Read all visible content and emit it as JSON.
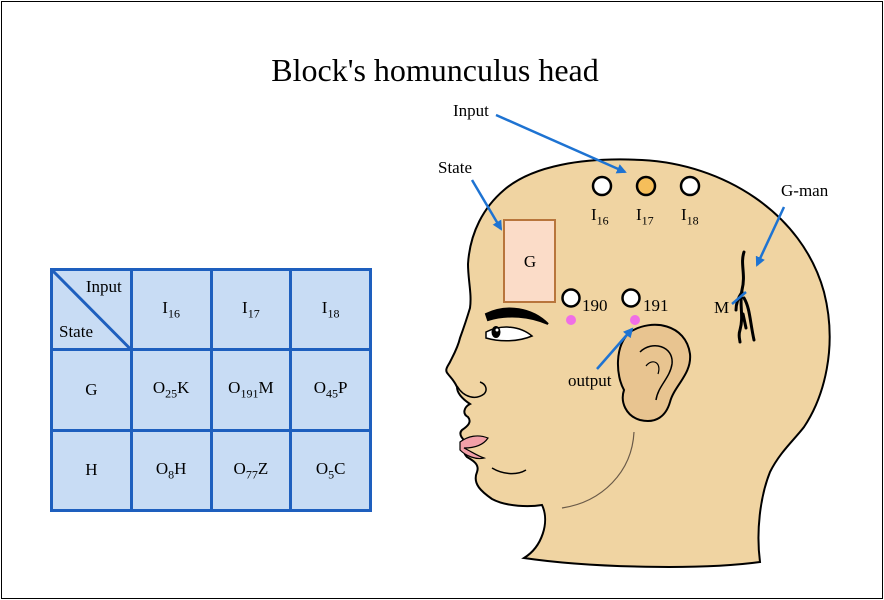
{
  "title": "Block's homunculus head",
  "labels": {
    "input": "Input",
    "state": "State",
    "g_man": "G-man",
    "output": "output",
    "state_box": "G",
    "m": "M",
    "out190": "190",
    "out191": "191",
    "i16": "I",
    "i16_sub": "16",
    "i17": "I",
    "i17_sub": "17",
    "i18": "I",
    "i18_sub": "18"
  },
  "table": {
    "corner_input": "Input",
    "corner_state": "State",
    "header": [
      {
        "base": "I",
        "sub": "16",
        "rest": ""
      },
      {
        "base": "I",
        "sub": "17",
        "rest": ""
      },
      {
        "base": "I",
        "sub": "18",
        "rest": ""
      }
    ],
    "rows": [
      {
        "state": "G",
        "cells": [
          {
            "base": "O",
            "sub": "25",
            "rest": "K"
          },
          {
            "base": "O",
            "sub": "191",
            "rest": "M"
          },
          {
            "base": "O",
            "sub": "45",
            "rest": "P"
          }
        ]
      },
      {
        "state": "H",
        "cells": [
          {
            "base": "O",
            "sub": "8",
            "rest": "H"
          },
          {
            "base": "O",
            "sub": "77",
            "rest": "Z"
          },
          {
            "base": "O",
            "sub": "5",
            "rest": "C"
          }
        ]
      }
    ]
  },
  "colors": {
    "skin": "#f0d4a2",
    "table_fill": "#c8dcf4",
    "table_border": "#1e5fbe",
    "arrow": "#1e73d2",
    "state_box_fill": "#fbdcc8",
    "state_box_border": "#b8753c",
    "active_input": "#f6be5a",
    "output_dot": "#f06ee6"
  }
}
